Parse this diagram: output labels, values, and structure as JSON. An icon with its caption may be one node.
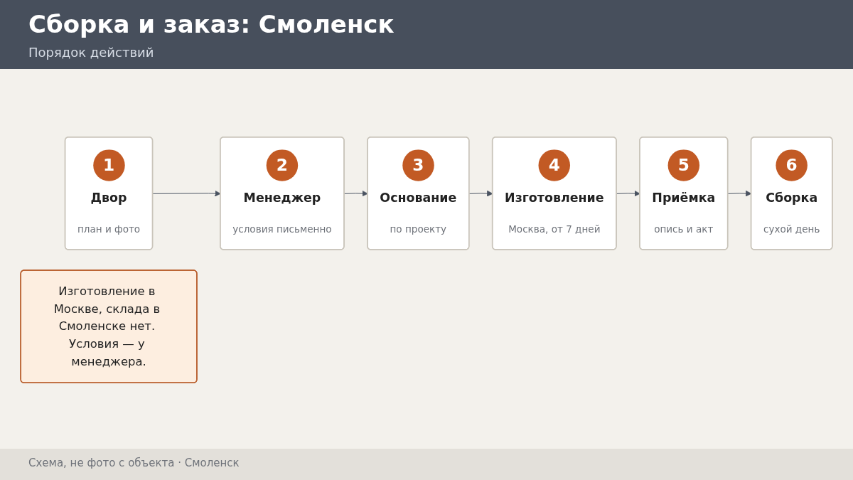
{
  "diagram": {
    "title": "Сборка и заказ: Смоленск",
    "nodes": [
      {
        "text": [
          "1",
          "Двор",
          "план и фото"
        ]
      },
      {
        "text": [
          "2",
          "Менеджер",
          "условия письменно"
        ]
      },
      {
        "text": [
          "3",
          "Основание",
          "по проекту"
        ]
      },
      {
        "text": [
          "4",
          "Изготовление",
          "Москва, от 7 дней"
        ]
      },
      {
        "text": [
          "5",
          "Приёмка",
          "опись и акт"
        ]
      },
      {
        "text": [
          "6",
          "Сборка",
          "сухой день"
        ]
      },
      {
        "text": [
          "Изготовление в Москве, склада в Смоленске нет. Условия — у менеджера."
        ]
      }
    ],
    "edges": [
      {
        "from": 0,
        "to": 1,
        "arrow": "to"
      },
      {
        "from": 1,
        "to": 2,
        "arrow": "to"
      },
      {
        "from": 2,
        "to": 3,
        "arrow": "to"
      },
      {
        "from": 3,
        "to": 4,
        "arrow": "to"
      },
      {
        "from": 4,
        "to": 5,
        "arrow": "to"
      }
    ],
    "labels": [
      "Порядок действий",
      "Схема, не фото с объекта · Смоленск"
    ]
  }
}
